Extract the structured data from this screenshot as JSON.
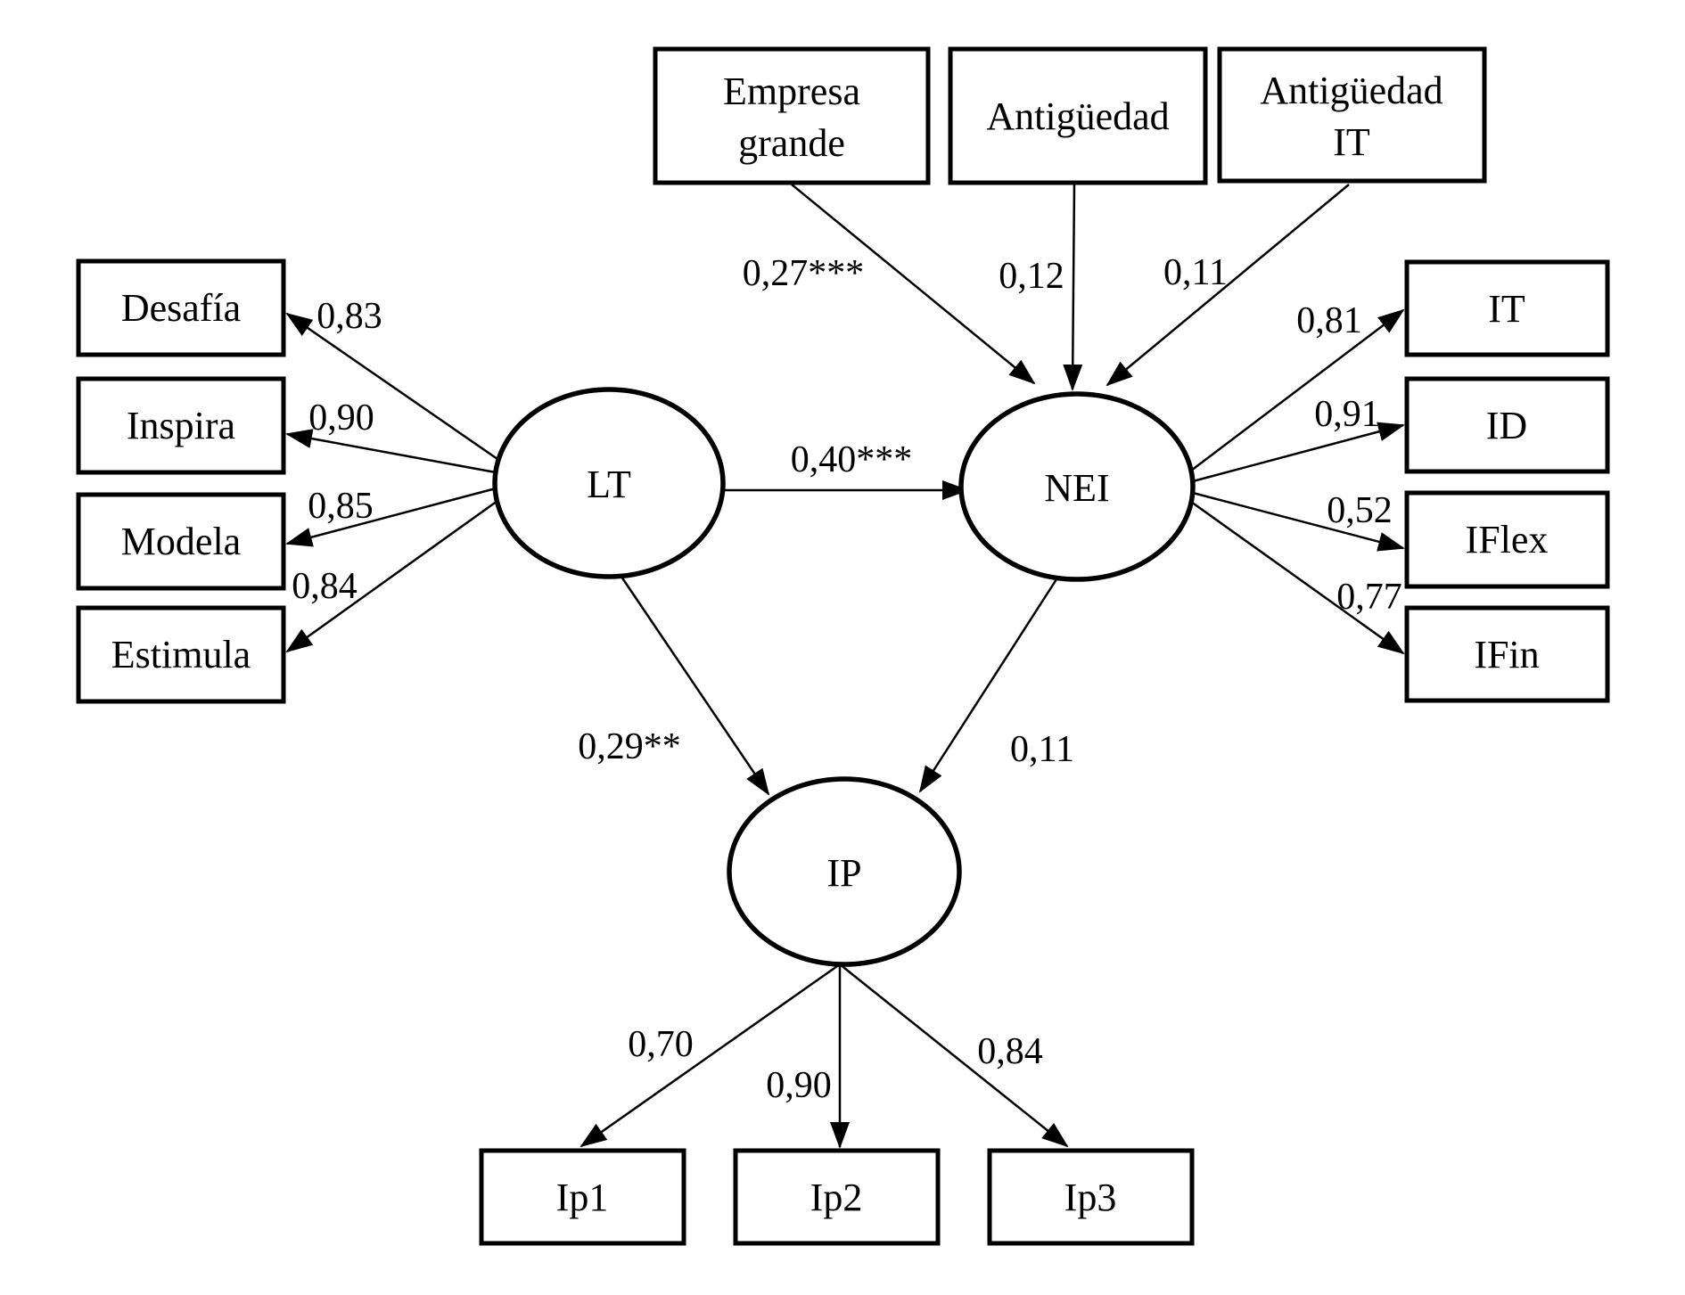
{
  "diagram": {
    "kind": "structural-equation-model-path-diagram",
    "background_color": "#ffffff",
    "line_color": "#000000",
    "decimal_separator": ",",
    "latent": [
      {
        "id": "lt",
        "label": "LT"
      },
      {
        "id": "nei",
        "label": "NEI"
      },
      {
        "id": "ip",
        "label": "IP"
      }
    ],
    "observed": [
      {
        "id": "empresa_grande",
        "lines": [
          "Empresa",
          "grande"
        ]
      },
      {
        "id": "antiguedad",
        "lines": [
          "Antigüedad"
        ]
      },
      {
        "id": "antiguedad_it",
        "lines": [
          "Antigüedad",
          "IT"
        ]
      },
      {
        "id": "desafia",
        "lines": [
          "Desafía"
        ]
      },
      {
        "id": "inspira",
        "lines": [
          "Inspira"
        ]
      },
      {
        "id": "modela",
        "lines": [
          "Modela"
        ]
      },
      {
        "id": "estimula",
        "lines": [
          "Estimula"
        ]
      },
      {
        "id": "it",
        "lines": [
          "IT"
        ]
      },
      {
        "id": "id",
        "lines": [
          "ID"
        ]
      },
      {
        "id": "iflex",
        "lines": [
          "IFlex"
        ]
      },
      {
        "id": "ifin",
        "lines": [
          "IFin"
        ]
      },
      {
        "id": "ip1",
        "lines": [
          "Ip1"
        ]
      },
      {
        "id": "ip2",
        "lines": [
          "Ip2"
        ]
      },
      {
        "id": "ip3",
        "lines": [
          "Ip3"
        ]
      }
    ],
    "paths": [
      {
        "from": "empresa_grande",
        "to": "nei",
        "label": "0,27***"
      },
      {
        "from": "antiguedad",
        "to": "nei",
        "label": "0,12"
      },
      {
        "from": "antiguedad_it",
        "to": "nei",
        "label": "0,11"
      },
      {
        "from": "lt",
        "to": "nei",
        "label": "0,40***"
      },
      {
        "from": "lt",
        "to": "desafia",
        "label": "0,83"
      },
      {
        "from": "lt",
        "to": "inspira",
        "label": "0,90"
      },
      {
        "from": "lt",
        "to": "modela",
        "label": "0,85"
      },
      {
        "from": "lt",
        "to": "estimula",
        "label": "0,84"
      },
      {
        "from": "nei",
        "to": "it",
        "label": "0,81"
      },
      {
        "from": "nei",
        "to": "id",
        "label": "0,91"
      },
      {
        "from": "nei",
        "to": "iflex",
        "label": "0,52"
      },
      {
        "from": "nei",
        "to": "ifin",
        "label": "0,77"
      },
      {
        "from": "lt",
        "to": "ip",
        "label": "0,29**"
      },
      {
        "from": "nei",
        "to": "ip",
        "label": "0,11"
      },
      {
        "from": "ip",
        "to": "ip1",
        "label": "0,70"
      },
      {
        "from": "ip",
        "to": "ip2",
        "label": "0,90"
      },
      {
        "from": "ip",
        "to": "ip3",
        "label": "0,84"
      }
    ]
  }
}
